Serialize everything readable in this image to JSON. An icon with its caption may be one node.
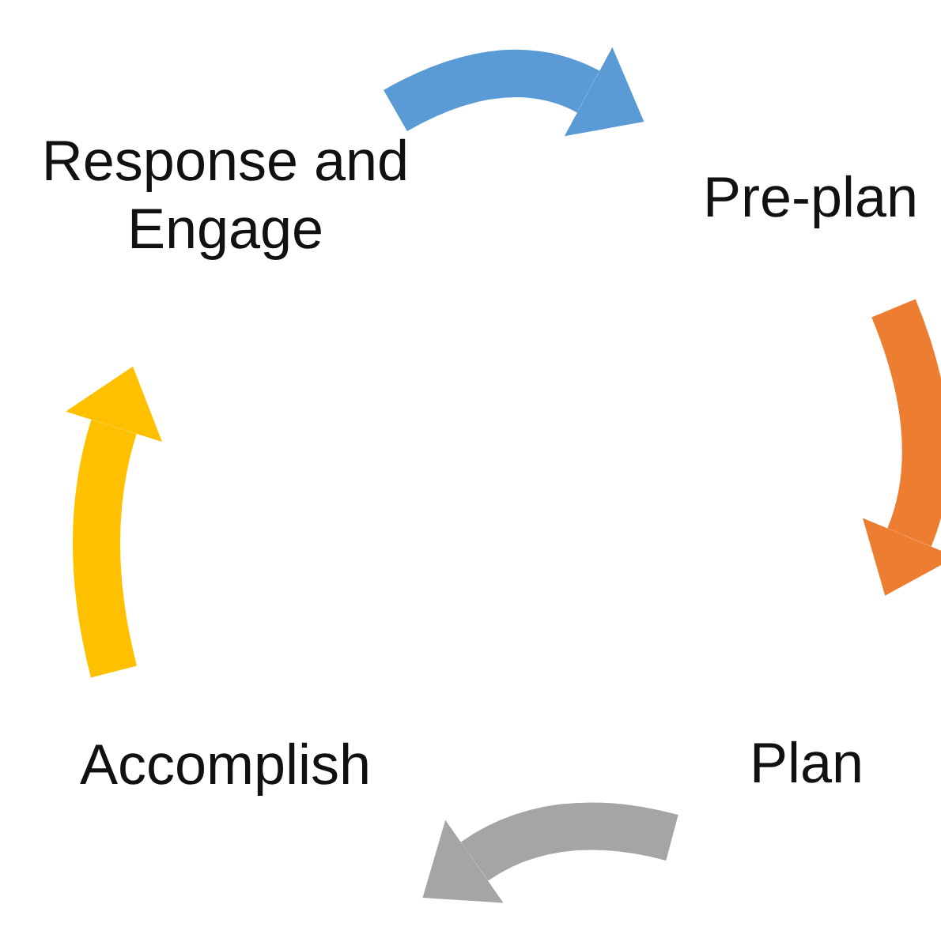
{
  "diagram": {
    "nodes": [
      {
        "text": [
          "Response and Engage"
        ]
      },
      {
        "text": [
          "Pre-plan"
        ]
      },
      {
        "text": [
          "Plan"
        ]
      },
      {
        "text": [
          "Accomplish"
        ]
      }
    ],
    "edges": [
      {
        "from": 0,
        "to": 1,
        "arrow": "to",
        "color": "#5b9bd5"
      },
      {
        "from": 1,
        "to": 2,
        "arrow": "to",
        "color": "#ed7d31"
      },
      {
        "from": 2,
        "to": 3,
        "arrow": "to",
        "color": "#a5a5a5"
      },
      {
        "from": 3,
        "to": 0,
        "arrow": "to",
        "color": "#ffc000"
      }
    ]
  }
}
